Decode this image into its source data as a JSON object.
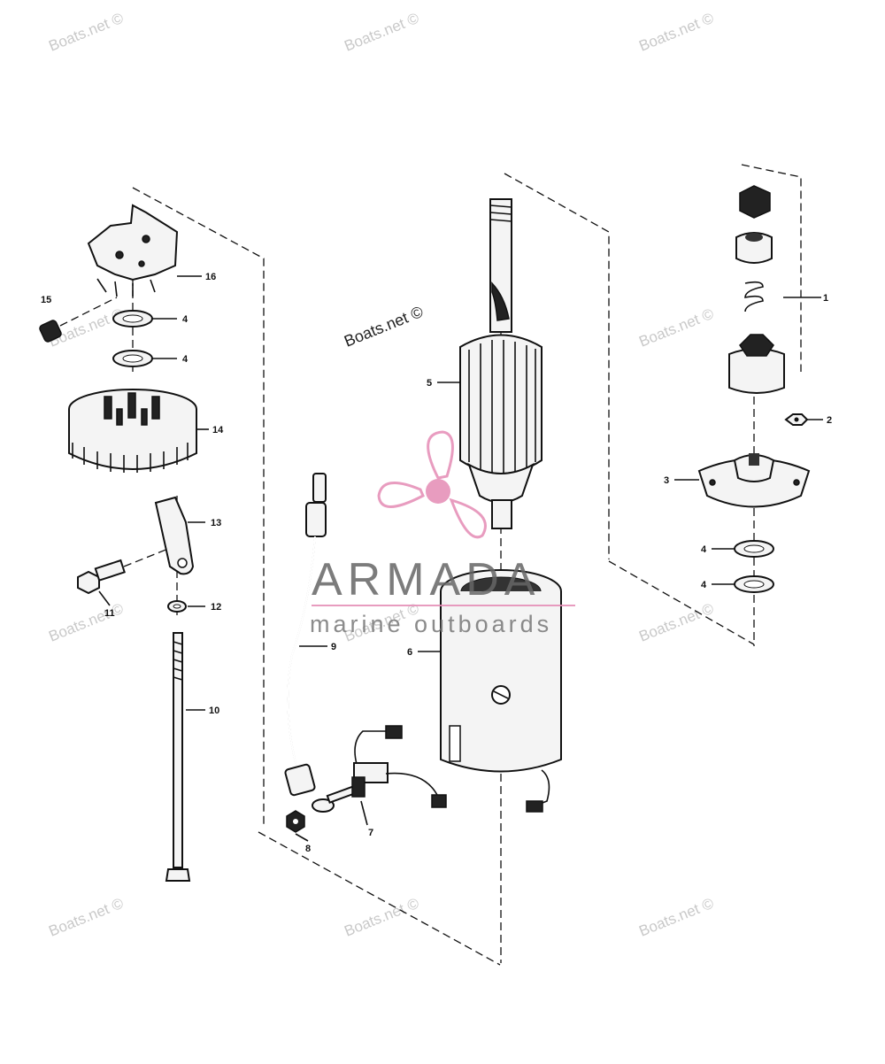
{
  "watermark": {
    "text": "Boats.net ©",
    "color": "#c9c9c9"
  },
  "logo": {
    "title": "ARMADA",
    "subtitle": "marine outboards",
    "accent_color": "#e58bb5",
    "text_color": "#666666"
  },
  "callouts": [
    {
      "id": "c1",
      "text": "1"
    },
    {
      "id": "c2",
      "text": "2"
    },
    {
      "id": "c3",
      "text": "3"
    },
    {
      "id": "c4a",
      "text": "4"
    },
    {
      "id": "c4b",
      "text": "4"
    },
    {
      "id": "c4c",
      "text": "4"
    },
    {
      "id": "c4d",
      "text": "4"
    },
    {
      "id": "c5",
      "text": "5"
    },
    {
      "id": "c6",
      "text": "6"
    },
    {
      "id": "c7",
      "text": "7"
    },
    {
      "id": "c8",
      "text": "8"
    },
    {
      "id": "c9",
      "text": "9"
    },
    {
      "id": "c10",
      "text": "10"
    },
    {
      "id": "c11",
      "text": "11"
    },
    {
      "id": "c12",
      "text": "12"
    },
    {
      "id": "c13",
      "text": "13"
    },
    {
      "id": "c14",
      "text": "14"
    },
    {
      "id": "c15",
      "text": "15"
    },
    {
      "id": "c16",
      "text": "16"
    }
  ]
}
